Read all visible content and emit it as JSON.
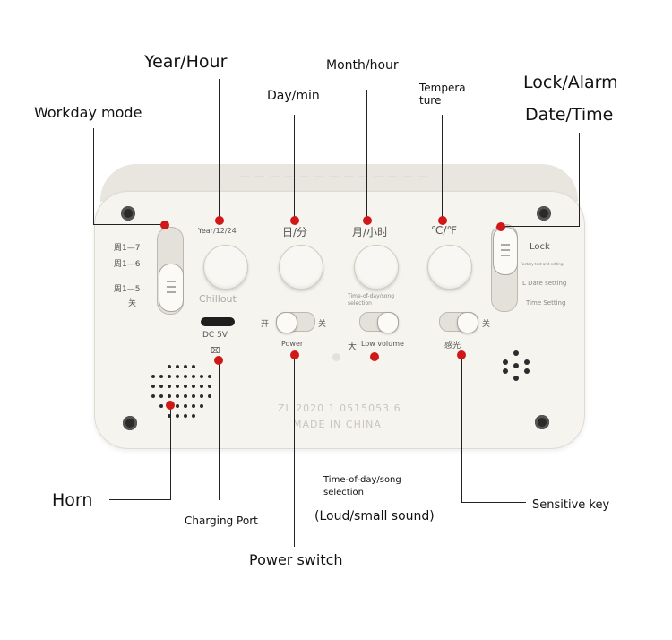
{
  "callouts": {
    "year_hour": "Year/Hour",
    "month_hour": "Month/hour",
    "day_min": "Day/min",
    "temperature": "Tempera\nture",
    "lock_alarm": "Lock/Alarm",
    "date_time": "Date/Time",
    "workday_mode": "Workday mode",
    "horn": "Horn",
    "charging_port": "Charging Port",
    "power_switch": "Power switch",
    "time_of_day_song": "Time-of-day/song\nselection",
    "loud_small_sound": "(Loud/small sound)",
    "sensitive_key": "Sensitive key"
  },
  "device": {
    "buttons": [
      {
        "label": "",
        "sub_label": "Year/12/24"
      },
      {
        "label": "日/分",
        "sub_label": ""
      },
      {
        "label": "月/小时",
        "sub_label": ""
      },
      {
        "label": "℃/℉",
        "sub_label": ""
      }
    ],
    "chillout_label": "Chillout",
    "dc_label": "DC 5V",
    "time_of_day_small": "Time-of-day/song\nselection",
    "workday_positions": [
      "周1—7",
      "周1—6",
      "周1—5",
      "关"
    ],
    "lock_labels": {
      "lock": "Lock",
      "alarm_small": "Factory test and setting",
      "date_setting": "L Date setting",
      "time_setting": "Time Setting"
    },
    "power_toggle": {
      "on": "开",
      "off": "关",
      "label": "Power"
    },
    "volume_toggle": {
      "big": "大",
      "label": "Low volume"
    },
    "sense_toggle": {
      "off": "关",
      "label": "感光"
    },
    "imprint_line1": "ZL 2020 1 0515053 6",
    "imprint_line2": "MADE IN CHINA"
  },
  "colors": {
    "marker_red": "#d01818",
    "device_body": "#f6f4ef",
    "leader_line": "#222222"
  }
}
